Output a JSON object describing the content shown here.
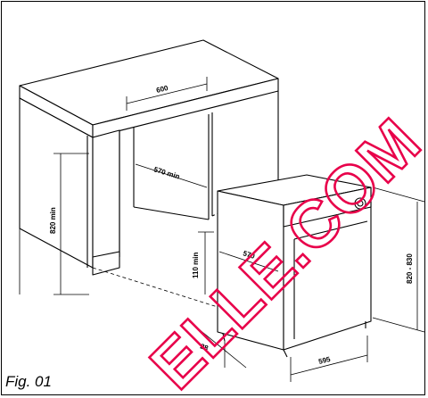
{
  "figure": {
    "caption": "Fig. 01",
    "dimensions": {
      "countertop_width": "600",
      "opening_depth": "570 min",
      "opening_height": "820 min",
      "plinth_height": "110 min",
      "appliance_depth": "570",
      "appliance_height": "820 - 830",
      "appliance_width": "595",
      "gap": "28"
    },
    "watermark": "ELLE.COM"
  }
}
